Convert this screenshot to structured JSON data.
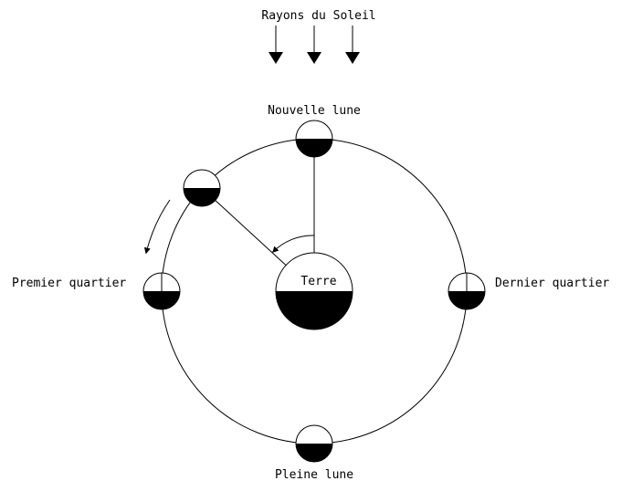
{
  "labels": {
    "sun_rays": "Rayons du Soleil",
    "new_moon": "Nouvelle lune",
    "first_quarter": "Premier quartier",
    "last_quarter": "Dernier quartier",
    "full_moon": "Pleine lune",
    "earth": "Terre"
  },
  "colors": {
    "ink": "#000000",
    "background": "#ffffff"
  },
  "icons": {
    "sun_ray_arrows": "down-arrow-icon",
    "orbit_direction": "curved-arrow-icon"
  }
}
